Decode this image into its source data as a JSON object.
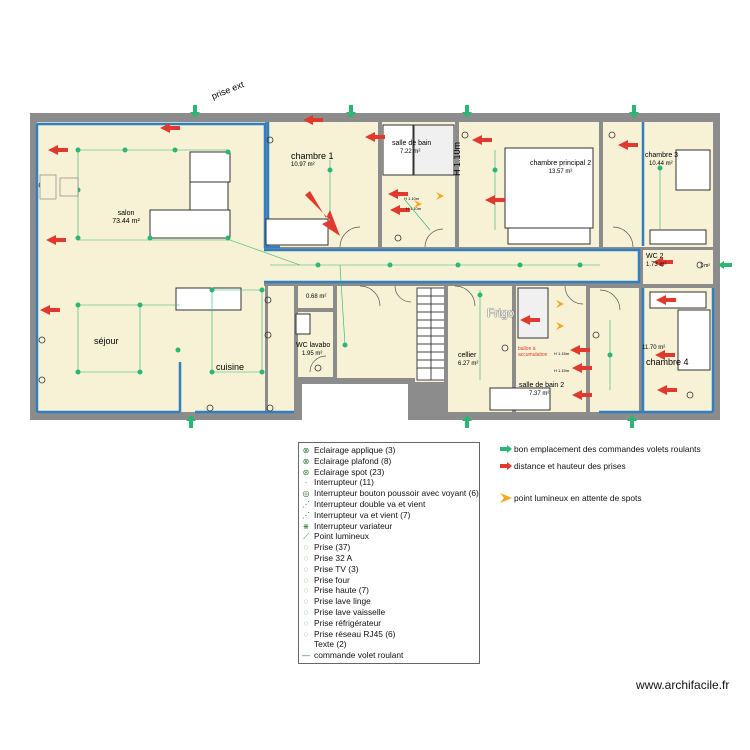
{
  "plan": {
    "outdoor_label": "prise ext",
    "rooms": [
      {
        "name": "salon",
        "area": "73.44 m²"
      },
      {
        "name": "séjour",
        "area": ""
      },
      {
        "name": "cuisine",
        "area": ""
      },
      {
        "name": "chambre 1",
        "area": "10.97 m²"
      },
      {
        "name": "salle de bain",
        "area": "7.22 m²"
      },
      {
        "name": "chambre principal 2",
        "area": "13.57 m²"
      },
      {
        "name": "chambre 3",
        "area": "10.44 m²"
      },
      {
        "name": "WC 2",
        "area": "1.73 m²"
      },
      {
        "name": "chambre 4",
        "area": "11.70 m²"
      },
      {
        "name": "cellier",
        "area": "6.27 m²"
      },
      {
        "name": "salle de bain 2",
        "area": "7.37 m²"
      },
      {
        "name": "WC lavabo",
        "area": "1.95 m²"
      },
      {
        "name": "",
        "area": "0.68 m²"
      }
    ],
    "vertical_text": "H 1.10m",
    "frigo": "Frigo",
    "small_notes": [
      "H 1.10m",
      "H 1.10m",
      "H 1.15m",
      "H 1.15m"
    ],
    "annotation": "ballon à accumulation",
    "small_area": "1 m²"
  },
  "legend": {
    "items": [
      {
        "icon": "applique-icon",
        "symbol": "⊗",
        "label": "Eclairage applique (3)"
      },
      {
        "icon": "plafond-icon",
        "symbol": "⊗",
        "label": "Eclairage plafond (8)"
      },
      {
        "icon": "spot-icon",
        "symbol": "⊛",
        "label": "Eclairage spot (23)"
      },
      {
        "icon": "switch-icon",
        "symbol": "·",
        "label": "Interrupteur (11)"
      },
      {
        "icon": "push-switch-icon",
        "symbol": "◎",
        "label": "Interrupteur bouton poussoir avec voyant (6)"
      },
      {
        "icon": "double-switch-icon",
        "symbol": "⋰",
        "label": "Interrupteur double va et vient"
      },
      {
        "icon": "two-way-switch-icon",
        "symbol": "⋰",
        "label": "Interrupteur va et vient (7)"
      },
      {
        "icon": "dimmer-icon",
        "symbol": "⋇",
        "label": "Interrupteur variateur"
      },
      {
        "icon": "light-point-icon",
        "symbol": "⟋",
        "label": "Point lumineux"
      },
      {
        "icon": "outlet-icon",
        "symbol": "◌",
        "label": "Prise (37)"
      },
      {
        "icon": "outlet-32a-icon",
        "symbol": "◌",
        "label": "Prise 32 A"
      },
      {
        "icon": "tv-outlet-icon",
        "symbol": "◌",
        "label": "Prise TV (3)"
      },
      {
        "icon": "oven-outlet-icon",
        "symbol": "◌",
        "label": "Prise four"
      },
      {
        "icon": "high-outlet-icon",
        "symbol": "◌",
        "label": "Prise haute (7)"
      },
      {
        "icon": "washer-outlet-icon",
        "symbol": "◌",
        "label": "Prise lave linge"
      },
      {
        "icon": "dishwasher-outlet-icon",
        "symbol": "◌",
        "label": "Prise lave vaisselle"
      },
      {
        "icon": "fridge-outlet-icon",
        "symbol": "◌",
        "label": "Prise réfrigérateur"
      },
      {
        "icon": "rj45-outlet-icon",
        "symbol": "◌",
        "label": "Prise réseau RJ45 (6)"
      },
      {
        "icon": "text-icon",
        "symbol": "",
        "label": "Texte (2)"
      },
      {
        "icon": "shutter-control-icon",
        "symbol": "—",
        "label": "commande volet roulant"
      }
    ],
    "right": [
      {
        "icon": "green-arrow-icon",
        "color": "#2bb673",
        "label": "bon emplacement des commandes volets roulants"
      },
      {
        "icon": "red-arrow-icon",
        "color": "#e03a2f",
        "label": "distance et hauteur des prises"
      },
      {
        "icon": "orange-arrow-icon",
        "color": "#f5a623",
        "label": "point lumineux en attente de spots"
      }
    ]
  },
  "watermark": "www.archifacile.fr",
  "colors": {
    "wall": "#8c8c8c",
    "floor": "#f7f1d6",
    "zone": "#2f7fc1",
    "green": "#2bb673",
    "red": "#e03a2f",
    "orange": "#f5a623"
  }
}
